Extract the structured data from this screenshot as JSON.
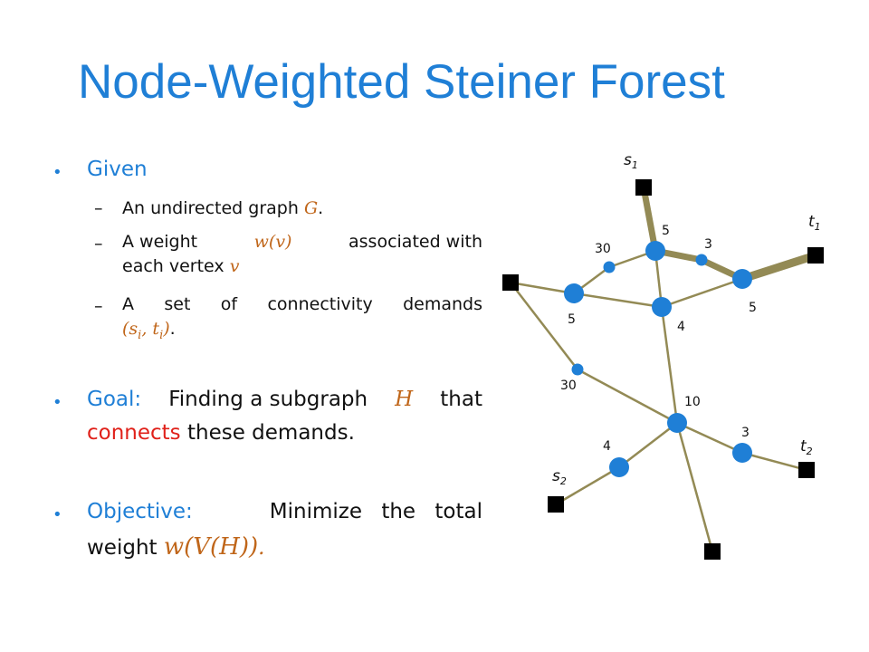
{
  "title": "Node-Weighted Steiner Forest",
  "given": {
    "label": "Given",
    "items": [
      {
        "text": "An undirected graph ",
        "math": "G",
        "tail": "."
      },
      {
        "line1_text": "A weight ",
        "line1_math": "w(v)",
        "line1_tail": " associated with",
        "line2_text": "each vertex ",
        "line2_math": "v"
      },
      {
        "line1_text": "A set of connectivity demands",
        "line2_math": "(s",
        "sub_i": "i",
        "comma": ", t",
        "sub_i2": "i",
        "close": ")",
        "tail": "."
      }
    ]
  },
  "goal": {
    "label": "Goal:",
    "text1": " Finding a subgraph ",
    "math": "H",
    "text2": " that",
    "connects": "connects",
    "text3": " these demands."
  },
  "objective": {
    "label": "Objective:",
    "text1": " Minimize the total",
    "text2": "weight ",
    "math": "w(V(H))",
    "tail": "."
  },
  "graph": {
    "terminal_labels": {
      "s1": "s",
      "s1_sub": "1",
      "t1": "t",
      "t1_sub": "1",
      "s2": "s",
      "s2_sub": "2",
      "t2": "t",
      "t2_sub": "2"
    },
    "node_weights": {
      "w_top": "5",
      "w_small_right": "3",
      "w_right": "5",
      "w_small_left": "30",
      "w_left": "5",
      "w_center": "4",
      "w_mid_small": "30",
      "w_hub": "10",
      "w_lowright": "3",
      "w_lowleft": "4"
    },
    "colors": {
      "edge": "#938a55",
      "node": "#1f7fd6",
      "terminal": "#000000"
    }
  }
}
